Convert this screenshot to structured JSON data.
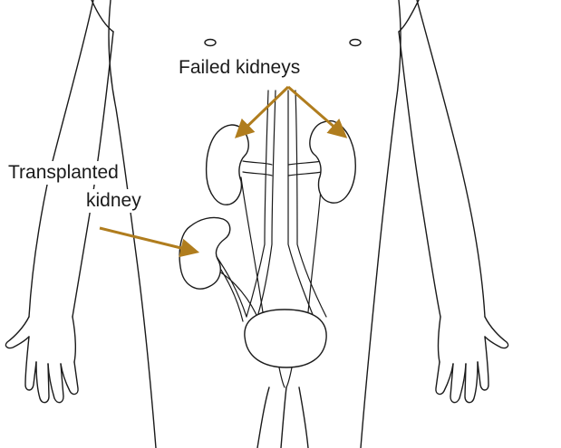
{
  "labels": {
    "failed_kidneys": "Failed kidneys",
    "transplanted_line1": "Transplanted",
    "transplanted_line2": "kidney"
  },
  "colors": {
    "arrow": "#b07d1e",
    "outline": "#1a1a1a",
    "background": "#ffffff"
  }
}
